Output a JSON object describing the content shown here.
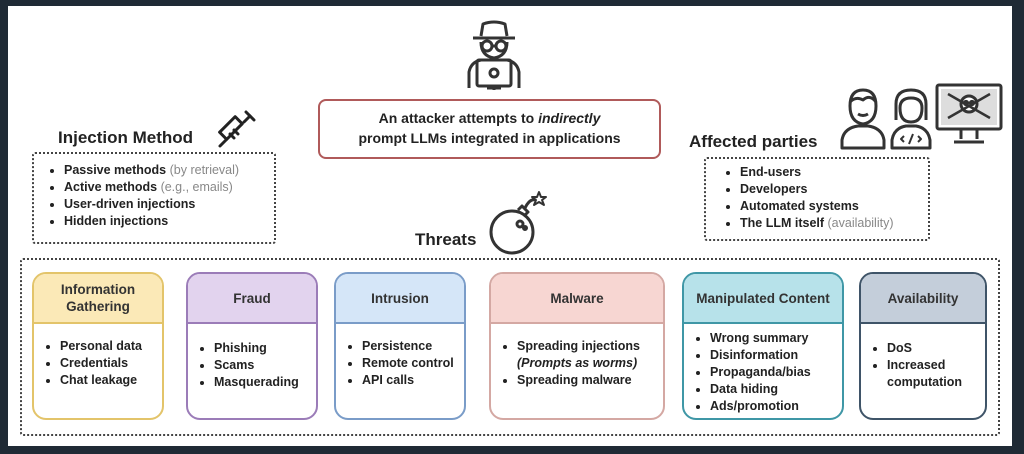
{
  "center": {
    "icon": "hacker-with-laptop-icon",
    "line1_pre": "An attacker attempts to ",
    "line1_em": "indirectly",
    "line2": "prompt LLMs integrated in applications",
    "border_color": "#b05a5a"
  },
  "injection": {
    "title": "Injection Method",
    "icon": "syringe-icon",
    "items": [
      {
        "bold": "Passive methods",
        "muted": " (by retrieval)"
      },
      {
        "bold": "Active methods",
        "muted": " (e.g., emails)"
      },
      {
        "bold": "User-driven injections",
        "muted": ""
      },
      {
        "bold": "Hidden injections",
        "muted": ""
      }
    ]
  },
  "affected": {
    "title": "Affected parties",
    "icons": [
      "end-user-icon",
      "developer-icon",
      "compromised-computer-icon"
    ],
    "items": [
      {
        "bold": "End-users",
        "muted": ""
      },
      {
        "bold": "Developers",
        "muted": ""
      },
      {
        "bold": "Automated systems",
        "muted": ""
      },
      {
        "bold": "The LLM itself",
        "muted": " (availability)"
      }
    ]
  },
  "threats": {
    "title": "Threats",
    "icon": "bomb-icon",
    "categories": [
      {
        "title": "Information Gathering",
        "header_color": "#fbe9b7",
        "border_color": "#e3c46a",
        "items": [
          "Personal data",
          "Credentials",
          "Chat leakage"
        ]
      },
      {
        "title": "Fraud",
        "header_color": "#e2d3ee",
        "border_color": "#9b7cb8",
        "items": [
          "Phishing",
          "Scams",
          "Masquerading"
        ]
      },
      {
        "title": "Intrusion",
        "header_color": "#d5e6f8",
        "border_color": "#7a9cc8",
        "items": [
          "Persistence",
          "Remote control",
          "API calls"
        ]
      },
      {
        "title": "Malware",
        "header_color": "#f7d6d2",
        "border_color": "#d4a8a3",
        "items": [
          "Spreading injections",
          "(Prompts as worms)",
          "Spreading malware"
        ]
      },
      {
        "title": "Manipulated Content",
        "header_color": "#b7e2ea",
        "border_color": "#3f97a6",
        "items": [
          "Wrong summary",
          "Disinformation",
          "Propaganda/bias",
          "Data hiding",
          "Ads/promotion"
        ]
      },
      {
        "title": "Availability",
        "header_color": "#c4ceda",
        "border_color": "#3f5468",
        "items": [
          "DoS",
          "Increased computation"
        ]
      }
    ]
  }
}
